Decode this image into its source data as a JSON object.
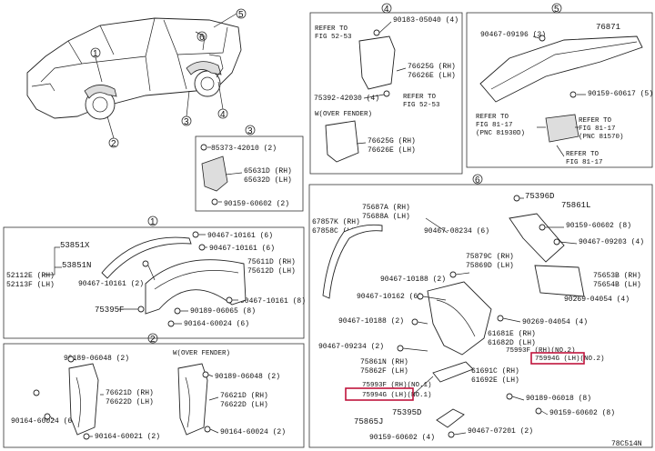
{
  "diagram_code": "78C514N",
  "callouts": [
    "1",
    "2",
    "3",
    "4",
    "5",
    "6"
  ],
  "section3": {
    "parts": [
      "85373-42010 (2)",
      "65631D (RH)",
      "65632D (LH)",
      "90159-60602 (2)"
    ]
  },
  "section4": {
    "refer1_a": "REFER TO",
    "refer1_b": "FIG 52-53",
    "parts": [
      "90183-05040 (4)",
      "76625G (RH)",
      "76626E (LH)",
      "75392-42030 (4)",
      "76625G (RH)",
      "76626E (LH)"
    ],
    "refer2_a": "REFER TO",
    "refer2_b": "FIG 52-53",
    "over_fender": "W(OVER FENDER)"
  },
  "section5": {
    "parts": [
      "90467-09196 (3)",
      "76871",
      "90159-60617 (5)"
    ],
    "refers": [
      "REFER TO",
      "FIG 81-17",
      "(PNC 81930D)",
      "REFER TO",
      "FIG 81-17",
      "(PNC 81570)",
      "REFER TO",
      "FIG 81-17"
    ]
  },
  "section1": {
    "parts": [
      "53851X",
      "90467-10161 (6)",
      "90467-10161 (6)",
      "75611D (RH)",
      "75612D (LH)",
      "52112E (RH)",
      "52113F (LH)",
      "53851N",
      "90467-10161 (2)",
      "90467-10161 (8)",
      "90189-06065 (8)",
      "75395F",
      "90164-60024 (6)"
    ]
  },
  "section2": {
    "over_fender": "W(OVER FENDER)",
    "parts": [
      "90189-06048 (2)",
      "76621D (RH)",
      "76622D (LH)",
      "90164-60024 (6)",
      "90164-60021 (2)",
      "90189-06048 (2)",
      "76621D (RH)",
      "76622D (LH)",
      "90164-60024 (2)"
    ]
  },
  "section6": {
    "parts": [
      "75396D",
      "75861L",
      "67857K (RH)",
      "67858C (LH)",
      "75687A (RH)",
      "75688A (LH)",
      "90467-08234 (6)",
      "90159-60602 (8)",
      "90467-09203 (4)",
      "75879C (RH)",
      "75869D (LH)",
      "90467-10188 (2)",
      "75653B (RH)",
      "75654B (LH)",
      "90467-10162 (6)",
      "90269-04054 (4)",
      "90467-10188 (2)",
      "90269-04054 (4)",
      "90467-09234 (2)",
      "61681E (RH)",
      "61682D (LH)",
      "75993F (RH)(NO.2)",
      "75994G (LH)(NO.2)",
      "75861N (RH)",
      "75862F (LH)",
      "61691C (RH)",
      "61692E (LH)",
      "75993F (RH)(NO.1)",
      "75994G (LH)(NO.1)",
      "90189-06018 (8)",
      "90159-60602 (8)",
      "75395D",
      "75865J",
      "90159-60602 (4)",
      "90467-07201 (2)"
    ],
    "highlighted": [
      "75994G (LH)",
      "75994G (LH)"
    ]
  }
}
